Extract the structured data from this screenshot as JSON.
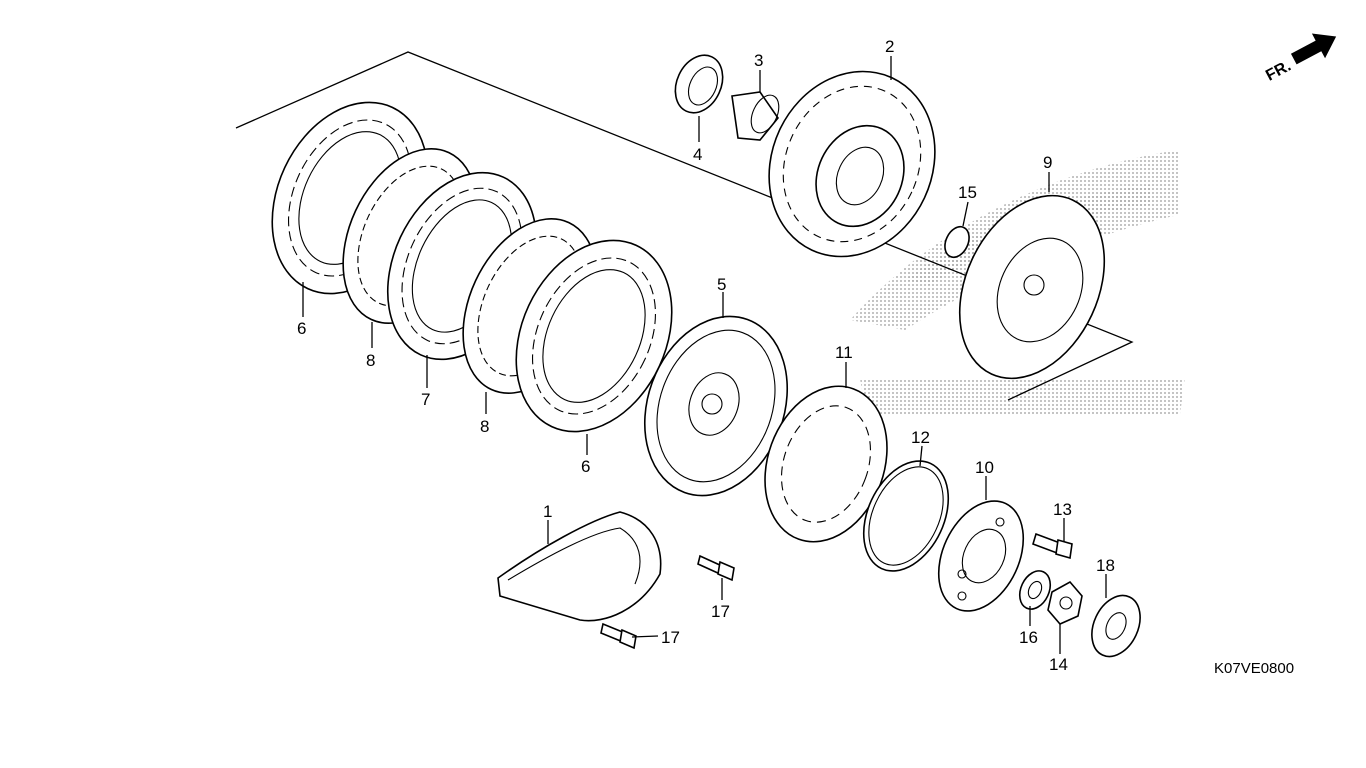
{
  "diagram_code": "K07VE0800",
  "direction_label": "FR.",
  "colors": {
    "line": "#000000",
    "watermark": "#9a9a9a",
    "background": "#ffffff"
  },
  "icons": {
    "direction": "arrow-icon"
  },
  "callouts": [
    {
      "id": "c1",
      "label": "1"
    },
    {
      "id": "c2",
      "label": "2"
    },
    {
      "id": "c3",
      "label": "3"
    },
    {
      "id": "c4",
      "label": "4"
    },
    {
      "id": "c5",
      "label": "5"
    },
    {
      "id": "c6a",
      "label": "6"
    },
    {
      "id": "c6b",
      "label": "6"
    },
    {
      "id": "c7",
      "label": "7"
    },
    {
      "id": "c8a",
      "label": "8"
    },
    {
      "id": "c8b",
      "label": "8"
    },
    {
      "id": "c9",
      "label": "9"
    },
    {
      "id": "c10",
      "label": "10"
    },
    {
      "id": "c11",
      "label": "11"
    },
    {
      "id": "c12",
      "label": "12"
    },
    {
      "id": "c13",
      "label": "13"
    },
    {
      "id": "c14",
      "label": "14"
    },
    {
      "id": "c15",
      "label": "15"
    },
    {
      "id": "c16",
      "label": "16"
    },
    {
      "id": "c17a",
      "label": "17"
    },
    {
      "id": "c17b",
      "label": "17"
    },
    {
      "id": "c18",
      "label": "18"
    }
  ]
}
